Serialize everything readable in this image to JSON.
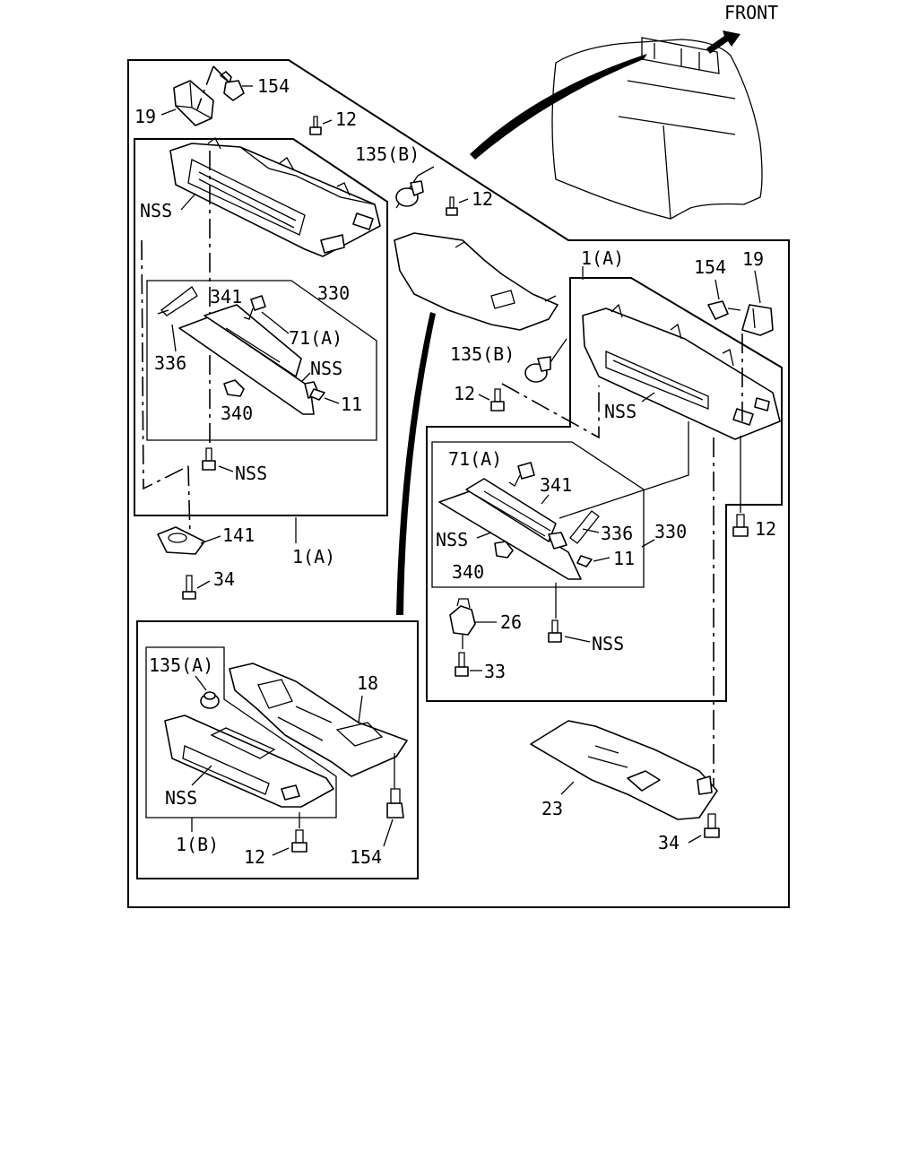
{
  "direction_label": "FRONT",
  "callouts": {
    "tl_154": "154",
    "tl_19": "19",
    "tl_12a": "12",
    "tl_135b": "135(B)",
    "tl_12b": "12",
    "tl_nss1": "NSS",
    "tl_341": "341",
    "tl_330": "330",
    "tl_71a": "71(A)",
    "tl_336": "336",
    "tl_nss2": "NSS",
    "tl_11": "11",
    "tl_340": "340",
    "tl_nss3": "NSS",
    "tl_141": "141",
    "tl_1a": "1(A)",
    "tl_34": "34",
    "tr_1a": "1(A)",
    "tr_154": "154",
    "tr_19": "19",
    "tr_135b": "135(B)",
    "tr_12a": "12",
    "tr_nss1": "NSS",
    "tr_71a": "71(A)",
    "tr_341": "341",
    "tr_336": "336",
    "tr_330": "330",
    "tr_nss2": "NSS",
    "tr_11": "11",
    "tr_340": "340",
    "tr_12b": "12",
    "tr_26": "26",
    "tr_nss3": "NSS",
    "tr_33": "33",
    "tr_23": "23",
    "tr_34": "34",
    "bl_135a": "135(A)",
    "bl_18": "18",
    "bl_nss": "NSS",
    "bl_1b": "1(B)",
    "bl_12": "12",
    "bl_154": "154"
  }
}
